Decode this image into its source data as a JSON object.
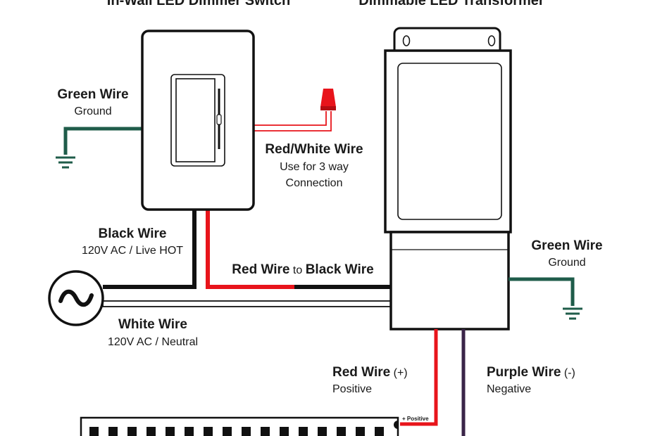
{
  "titles": {
    "dimmer": "In-Wall LED Dimmer Switch",
    "transformer": "Dimmable LED Transformer"
  },
  "labels": {
    "green_left": {
      "name": "Green Wire",
      "desc": "Ground"
    },
    "red_white": {
      "name": "Red/White Wire",
      "desc1": "Use for 3 way",
      "desc2": "Connection"
    },
    "black": {
      "name": "Black Wire",
      "desc": "120V AC / Live HOT"
    },
    "red_to_black": {
      "part1": "Red Wire",
      "part2": " to ",
      "part3": "Black Wire"
    },
    "white": {
      "name": "White Wire",
      "desc": "120V AC / Neutral"
    },
    "green_right": {
      "name": "Green Wire",
      "desc": "Ground"
    },
    "red_out": {
      "name": "Red Wire",
      "sign": " (+)",
      "desc": "Positive"
    },
    "purple_out": {
      "name": "Purple Wire",
      "sign": " (-)",
      "desc": "Negative"
    },
    "strip_positive": "+ Positive"
  },
  "colors": {
    "green": "#1f5c4a",
    "red": "#e8141b",
    "black": "#111111",
    "purple": "#3a2448"
  }
}
